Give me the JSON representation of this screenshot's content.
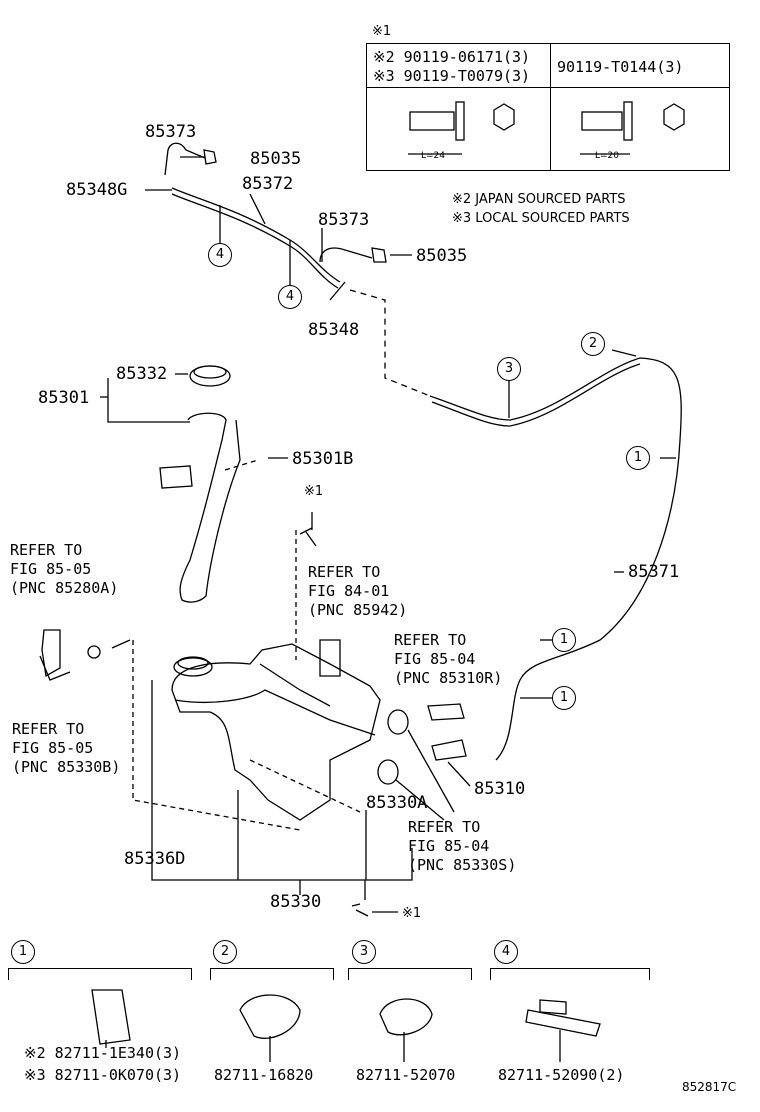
{
  "table": {
    "mark": "※1",
    "row1_col1_line1": "※2 90119-06171(3)",
    "row1_col1_line2": "※3 90119-T0079(3)",
    "row1_col2": "90119-T0144(3)",
    "dim_left": "L=24",
    "dim_right": "L=20"
  },
  "notes": {
    "japan": "※2 JAPAN SOURCED PARTS",
    "local": "※3 LOCAL SOURCED PARTS"
  },
  "labels": {
    "p85373_top": "85373",
    "p85035_top": "85035",
    "p85348G": "85348G",
    "p85372": "85372",
    "p85373_mid": "85373",
    "p85035_mid": "85035",
    "p85348": "85348",
    "p85332": "85332",
    "p85301": "85301",
    "p85301B": "85301B",
    "mark_bolt_top": "※1",
    "p85371": "85371",
    "p85310": "85310",
    "p85330A": "85330A",
    "p85336D": "85336D",
    "p85330": "85330",
    "mark_bolt_bottom": "※1"
  },
  "refs": {
    "ref_8505_a": "REFER TO\nFIG 85-05\n(PNC 85280A)",
    "ref_8401": "REFER TO\nFIG 84-01\n(PNC 85942)",
    "ref_8504_a": "REFER TO\nFIG 85-04\n(PNC 85310R)",
    "ref_8505_b": "REFER TO\nFIG 85-05\n(PNC 85330B)",
    "ref_8504_b": "REFER TO\nFIG 85-04\n(PNC 85330S)"
  },
  "circles": {
    "c1": "1",
    "c2": "2",
    "c3": "3",
    "c4": "4"
  },
  "legend": {
    "g1_num": "1",
    "g1_line1": "※2 82711-1E340(3)",
    "g1_line2": "※3 82711-0K070(3)",
    "g2_num": "2",
    "g2_part": "82711-16820",
    "g3_num": "3",
    "g3_part": "82711-52070",
    "g4_num": "4",
    "g4_part": "82711-52090(2)"
  },
  "figure_code": "852817C"
}
